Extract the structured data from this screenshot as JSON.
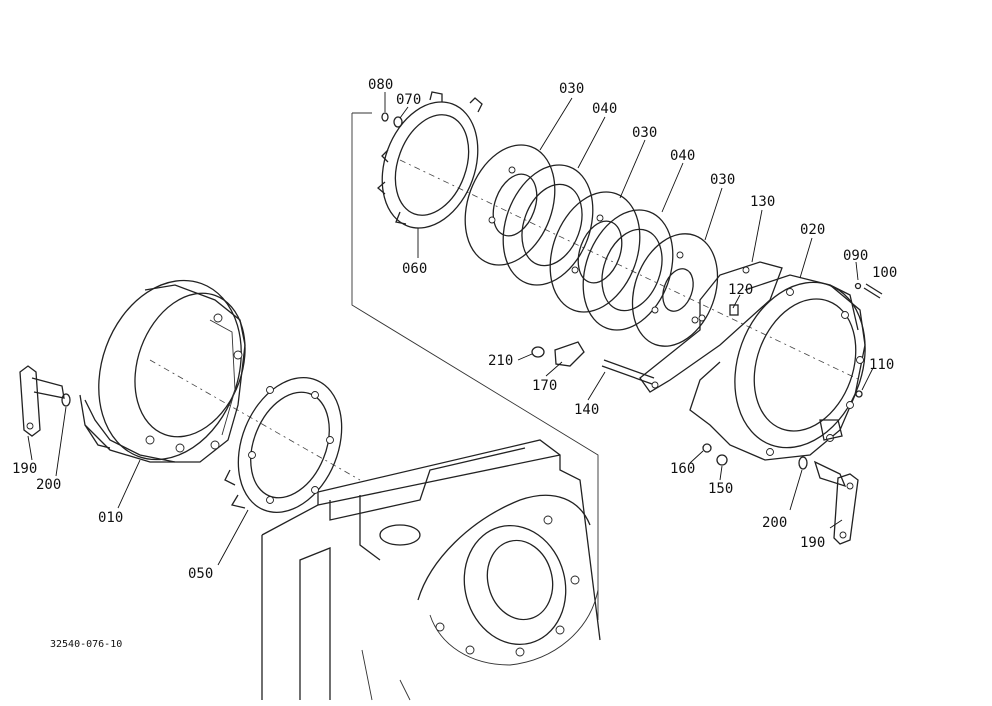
{
  "figure_code": "32540-076-10",
  "labels": {
    "l080": "080",
    "l070": "070",
    "l060": "060",
    "l030a": "030",
    "l040a": "040",
    "l030b": "030",
    "l040b": "040",
    "l030c": "030",
    "l130": "130",
    "l020": "020",
    "l090": "090",
    "l100": "100",
    "l120": "120",
    "l110": "110",
    "l210": "210",
    "l170": "170",
    "l140": "140",
    "l160": "160",
    "l150": "150",
    "l200r": "200",
    "l190r": "190",
    "l190l": "190",
    "l200l": "200",
    "l010": "010",
    "l050": "050"
  },
  "colors": {
    "line": "#222222",
    "background": "#ffffff"
  }
}
